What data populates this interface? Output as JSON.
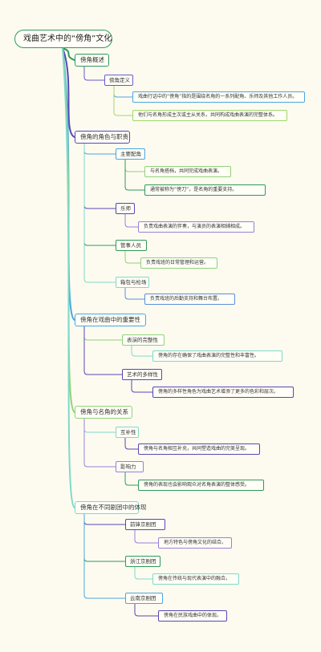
{
  "mindmap": {
    "root": "戏曲艺术中的“傍角”文化",
    "topic1": {
      "label": "傍角概述",
      "definition": {
        "label": "傍角定义",
        "detail1": "戏曲行话中的“傍角”指的是围绕名角的一系列配角、乐师及其他工作人员。",
        "detail2": "他们与名角形成主次或主从关系，共同构成戏曲表演的完整体系。"
      }
    },
    "topic2": {
      "label": "傍角的角色与职责",
      "supporting_roles": {
        "label": "主要配角",
        "detail1": "与名角搭档，共同完成戏曲表演。",
        "detail2": "通常被称为“傍刀”，是名角的重要支持。"
      },
      "musicians": {
        "label": "乐师",
        "detail1": "负责戏曲表演的伴奏，与演员的表演相辅相成。"
      },
      "managers": {
        "label": "管事人员",
        "detail1": "负责戏班的日常管理和运营。"
      },
      "props": {
        "label": "箱包与检场",
        "detail1": "负责戏班的后勤支持和舞台布置。"
      }
    },
    "topic3": {
      "label": "傍角在戏曲中的重要性",
      "integrity": {
        "label": "表演的完整性",
        "detail1": "傍角的存在确保了戏曲表演的完整性和丰富性。"
      },
      "diversity": {
        "label": "艺术的多样性",
        "detail1": "傍角的多样性角色为戏曲艺术增添了更多的色彩和层次。"
      }
    },
    "topic4": {
      "label": "傍角与名角的关系",
      "complementary": {
        "label": "互补性",
        "detail1": "傍角与名角相互补充，共同塑造戏曲的完美呈现。"
      },
      "influence": {
        "label": "影响力",
        "detail1": "傍角的表现也会影响观众对名角表演的整体感受。"
      }
    },
    "topic5": {
      "label": "傍角在不同剧团中的体现",
      "troupe1": {
        "label": "前锋京剧团",
        "detail1": "地方特色与傍角文化的结合。"
      },
      "troupe2": {
        "label": "浙江京剧团",
        "detail1": "傍角在传统与现代表演中的融合。"
      },
      "troupe3": {
        "label": "云南京剧团",
        "detail1": "傍角在民族戏曲中的体现。"
      }
    }
  },
  "colors": {
    "root_border": "#2e9a5a",
    "trunk_purple": "#5a46b3",
    "trunk_green": "#8fd27a",
    "trunk_teal": "#7fd9c8",
    "node_fill": "#fffef7",
    "page_background": "#fdfbf0"
  }
}
